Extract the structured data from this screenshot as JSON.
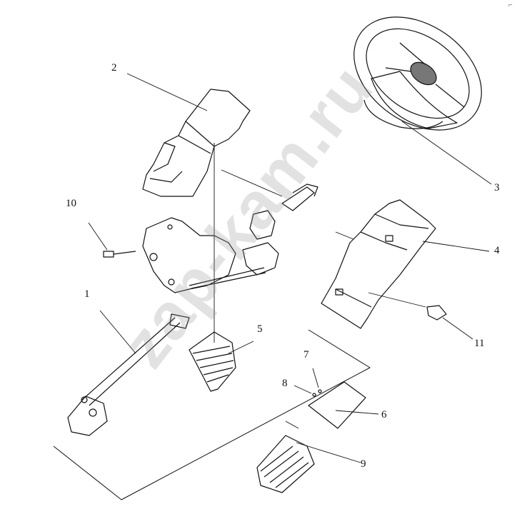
{
  "callouts": [
    "1",
    "2",
    "3",
    "4",
    "5",
    "6",
    "7",
    "8",
    "9",
    "10",
    "11"
  ],
  "watermark": "zap-kam.ru",
  "corner_mark": "⌐",
  "colors": {
    "line": "#111111",
    "watermark": "#9a9a9a"
  }
}
